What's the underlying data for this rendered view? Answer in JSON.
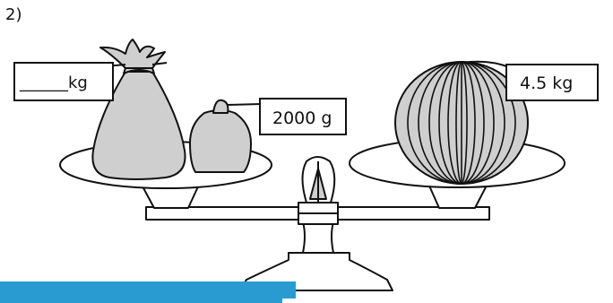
{
  "problem_number": "2)",
  "labels": {
    "answer_blank": "______kg",
    "small_bag_weight": "2000 g",
    "watermelon_weight": "4.5 kg"
  },
  "colors": {
    "fill_gray": "#cfcfcf",
    "stroke": "#111111",
    "accent_bar": "#2a9bd0"
  }
}
